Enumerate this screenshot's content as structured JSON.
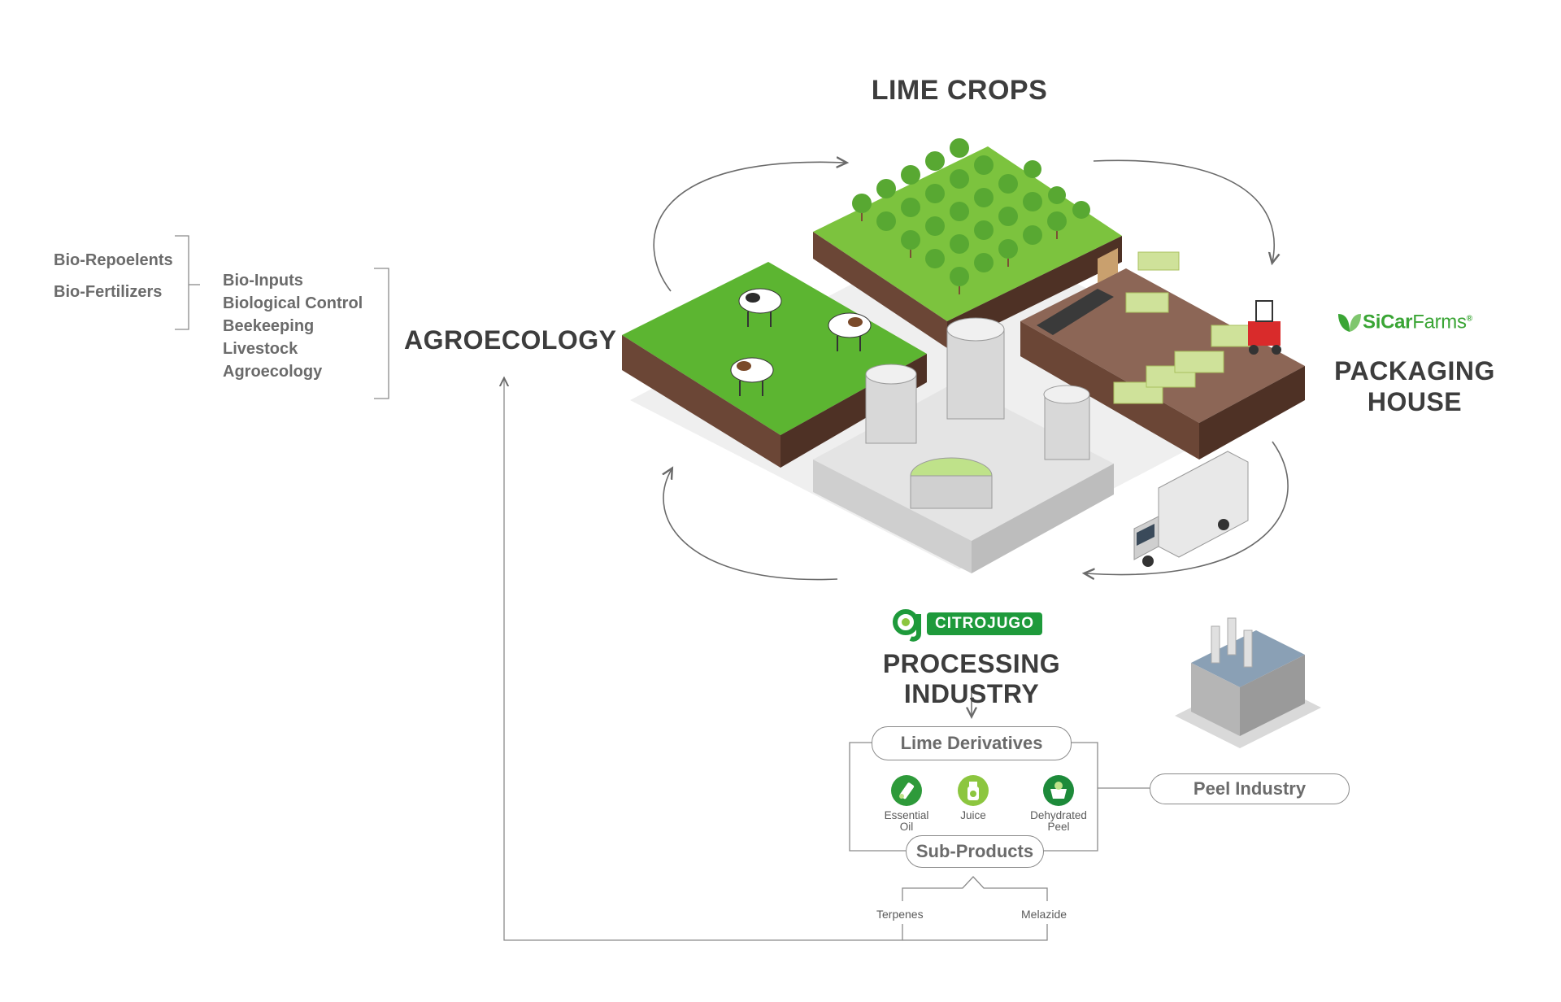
{
  "headings": {
    "lime_crops": "LIME CROPS",
    "agroecology": "AGROECOLOGY",
    "packaging_house_line1": "PACKAGING",
    "packaging_house_line2": "HOUSE",
    "processing_industry": "PROCESSING INDUSTRY"
  },
  "agroecology_inputs": {
    "group_a": [
      "Bio-Repoelents",
      "Bio-Fertilizers"
    ],
    "group_b": [
      "Bio-Inputs",
      "Biological Control",
      "Beekeeping",
      "Livestock",
      "Agroecology"
    ]
  },
  "logos": {
    "sicar_part1": "SiCar",
    "sicar_part2": "Farms",
    "sicar_mark": "®",
    "citrojugo": "CITROJUGO",
    "citrojugo_icon": "cj-monogram-icon"
  },
  "derivatives": {
    "title": "Lime Derivatives",
    "items": [
      {
        "label_line1": "Essential",
        "label_line2": "Oil",
        "icon": "essential-oil-icon",
        "color": "#2e9a3a"
      },
      {
        "label_line1": "Juice",
        "label_line2": "",
        "icon": "juice-bottle-icon",
        "color": "#8cc63f"
      },
      {
        "label_line1": "Dehydrated",
        "label_line2": "Peel",
        "icon": "dehydrated-peel-icon",
        "color": "#1d8a3a"
      }
    ]
  },
  "sub_products": {
    "title": "Sub-Products",
    "items": [
      "Terpenes",
      "Melazide"
    ]
  },
  "peel_industry": "Peel Industry",
  "colors": {
    "grass": "#5cb531",
    "grass_dark": "#3f8f22",
    "soil": "#6b4636",
    "soil_dark": "#4e3125",
    "brand_green": "#1e9a3b",
    "line": "#8a8a8a"
  }
}
